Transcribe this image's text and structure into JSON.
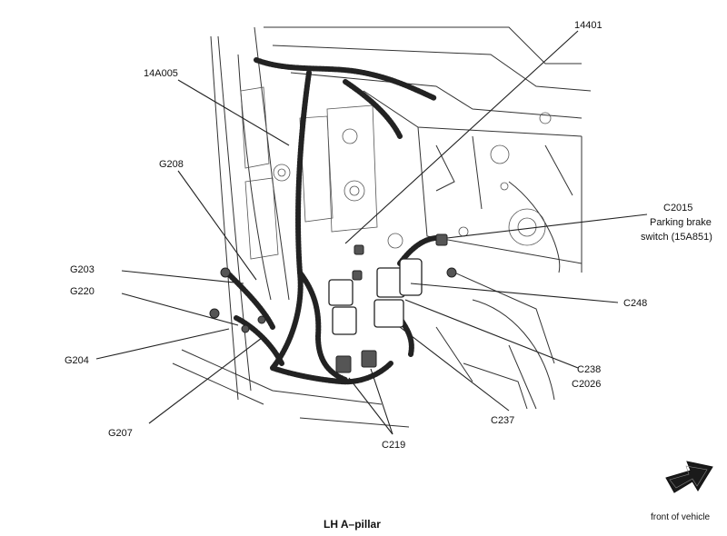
{
  "labels": {
    "p14401": "14401",
    "p14A005": "14A005",
    "g208": "G208",
    "c2015": "C2015",
    "c2015_desc1": "Parking brake",
    "c2015_desc2": "switch (15A851)",
    "g203": "G203",
    "g220": "G220",
    "c248": "C248",
    "g204": "G204",
    "c238": "C238",
    "c2026": "C2026",
    "c237": "C237",
    "g207": "G207",
    "c219": "C219"
  },
  "caption": "LH A–pillar",
  "direction_label": "front of vehicle",
  "icons": {
    "direction": "arrow-right-icon"
  }
}
